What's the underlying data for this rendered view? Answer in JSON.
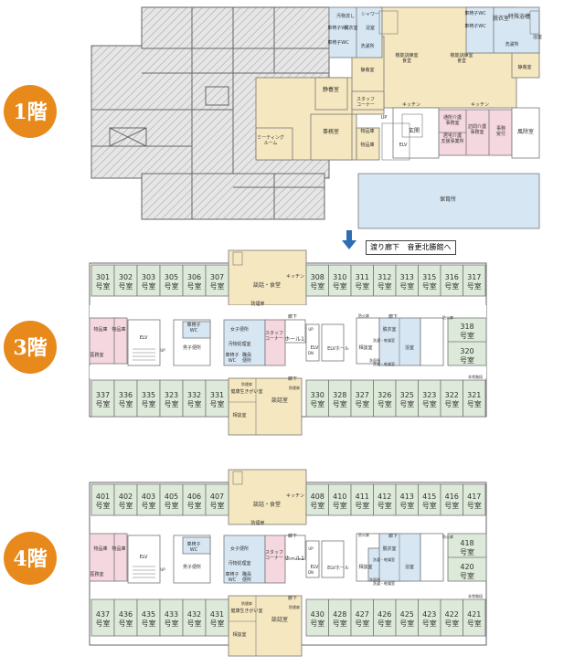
{
  "floors": {
    "f1": {
      "badge": "1階",
      "rooms": {
        "bath_tea": "汚物流し",
        "shower": "シャワー",
        "shower_wc": "車椅子WC",
        "dress": "脱衣室",
        "bath": "浴室",
        "spec_bath": "特殊浴槽",
        "dress_right": "脱衣室",
        "bath_right": "浴室",
        "wc_a": "車椅子WC",
        "wc_b": "車椅子WC",
        "wc_c": "車椅子WC",
        "wc_d": "車椅子WC",
        "lounge_a": "洗濯所",
        "lounge_b": "洗濯所",
        "dining_a": "機能訓練室 食堂",
        "dining_b": "機能訓練室 食堂",
        "quiet_a": "静養室",
        "quiet_b": "静養室",
        "quiet_main": "静養室",
        "staff": "スタッフ コーナー",
        "meeting": "ミーティング ルーム",
        "office": "事務室",
        "kitchen_a": "キッチン",
        "kitchen_b": "キッチン",
        "storage_a": "物品庫",
        "storage_b": "物品庫",
        "up": "UP",
        "elv": "ELV",
        "entrance": "玄関",
        "care_office_a": "通所介護 事務室",
        "care_office_b": "居宅介護 支援事業所",
        "care_office_c": "訪問介護 事務室",
        "reception": "事務 受付",
        "wind_room": "風除室",
        "nursery": "保育所"
      },
      "callout_label": "渡り廊下",
      "callout_dest": "音更北勝館へ"
    },
    "f3": {
      "badge": "3階",
      "top_rooms": [
        {
          "num": "301",
          "suffix": "号室"
        },
        {
          "num": "302",
          "suffix": "号室"
        },
        {
          "num": "303",
          "suffix": "号室"
        },
        {
          "num": "305",
          "suffix": "号室"
        },
        {
          "num": "306",
          "suffix": "号室"
        },
        {
          "num": "307",
          "suffix": "号室"
        }
      ],
      "top_rooms_right": [
        {
          "num": "308",
          "suffix": "号室"
        },
        {
          "num": "310",
          "suffix": "号室"
        },
        {
          "num": "311",
          "suffix": "号室"
        },
        {
          "num": "312",
          "suffix": "号室"
        },
        {
          "num": "313",
          "suffix": "号室"
        },
        {
          "num": "315",
          "suffix": "号室"
        },
        {
          "num": "316",
          "suffix": "号室"
        },
        {
          "num": "317",
          "suffix": "号室"
        }
      ],
      "bottom_rooms": [
        {
          "num": "337",
          "suffix": "号室"
        },
        {
          "num": "336",
          "suffix": "号室"
        },
        {
          "num": "335",
          "suffix": "号室"
        },
        {
          "num": "323",
          "suffix": "号室"
        },
        {
          "num": "332",
          "suffix": "号室"
        },
        {
          "num": "331",
          "suffix": "号室"
        }
      ],
      "bottom_rooms_right": [
        {
          "num": "330",
          "suffix": "号室"
        },
        {
          "num": "328",
          "suffix": "号室"
        },
        {
          "num": "327",
          "suffix": "号室"
        },
        {
          "num": "326",
          "suffix": "号室"
        },
        {
          "num": "325",
          "suffix": "号室"
        },
        {
          "num": "323",
          "suffix": "号室"
        },
        {
          "num": "322",
          "suffix": "号室"
        },
        {
          "num": "321",
          "suffix": "号室"
        }
      ],
      "side_rooms": [
        {
          "num": "318",
          "suffix": "号室"
        },
        {
          "num": "320",
          "suffix": "号室"
        }
      ],
      "dining": "談話・食堂",
      "kitchen": "キッチン",
      "fire_door": "防煙扉",
      "corridor": "廊下",
      "hall": "ホール1",
      "staff": "スタッフ コーナー",
      "storage_a": "物品庫",
      "storage_b": "物品庫",
      "wc_chair": "車椅子 WC",
      "male_wc": "男子便所",
      "female_wc": "女子便所",
      "dirty": "汚物処理室",
      "wc_staff": "車椅子 WC",
      "staff_wc": "職員 便所",
      "dress": "脱衣室",
      "bath": "浴室",
      "wash": "洗面所",
      "nurse_a": "洗濯・乾燥室",
      "nurse_b": "洗濯・乾燥室",
      "health": "健康生きがい室",
      "seminar": "談話室",
      "counsel": "相談室",
      "elv": "ELV",
      "elv_hall": "ELVホール",
      "elv_b": "ELV",
      "up": "UP",
      "dn": "DN",
      "corner": "防火扉",
      "exit": "非常階段",
      "left_label": "医務室",
      "wc_small": "車椅子 WC",
      "corner_b": "防煙扉"
    },
    "f4": {
      "badge": "4階",
      "top_rooms": [
        {
          "num": "401",
          "suffix": "号室"
        },
        {
          "num": "402",
          "suffix": "号室"
        },
        {
          "num": "403",
          "suffix": "号室"
        },
        {
          "num": "405",
          "suffix": "号室"
        },
        {
          "num": "406",
          "suffix": "号室"
        },
        {
          "num": "407",
          "suffix": "号室"
        }
      ],
      "top_rooms_right": [
        {
          "num": "408",
          "suffix": "号室"
        },
        {
          "num": "410",
          "suffix": "号室"
        },
        {
          "num": "411",
          "suffix": "号室"
        },
        {
          "num": "412",
          "suffix": "号室"
        },
        {
          "num": "413",
          "suffix": "号室"
        },
        {
          "num": "415",
          "suffix": "号室"
        },
        {
          "num": "416",
          "suffix": "号室"
        },
        {
          "num": "417",
          "suffix": "号室"
        }
      ],
      "bottom_rooms": [
        {
          "num": "437",
          "suffix": "号室"
        },
        {
          "num": "436",
          "suffix": "号室"
        },
        {
          "num": "435",
          "suffix": "号室"
        },
        {
          "num": "433",
          "suffix": "号室"
        },
        {
          "num": "432",
          "suffix": "号室"
        },
        {
          "num": "431",
          "suffix": "号室"
        }
      ],
      "bottom_rooms_right": [
        {
          "num": "430",
          "suffix": "号室"
        },
        {
          "num": "428",
          "suffix": "号室"
        },
        {
          "num": "427",
          "suffix": "号室"
        },
        {
          "num": "426",
          "suffix": "号室"
        },
        {
          "num": "425",
          "suffix": "号室"
        },
        {
          "num": "423",
          "suffix": "号室"
        },
        {
          "num": "422",
          "suffix": "号室"
        },
        {
          "num": "421",
          "suffix": "号室"
        }
      ],
      "side_rooms": [
        {
          "num": "418",
          "suffix": "号室"
        },
        {
          "num": "420",
          "suffix": "号室"
        }
      ],
      "dining": "談話・食堂",
      "kitchen": "キッチン",
      "fire_door": "防煙扉",
      "corridor": "廊下",
      "hall": "ホール1",
      "staff": "スタッフ コーナー",
      "storage_a": "物品庫",
      "storage_b": "物品庫",
      "wc_chair": "車椅子 WC",
      "male_wc": "男子便所",
      "female_wc": "女子便所",
      "dirty": "汚物処理室",
      "wc_staff": "車椅子 WC",
      "staff_wc": "職員 便所",
      "dress": "脱衣室",
      "bath": "浴室",
      "wash": "洗面所",
      "nurse_a": "洗濯・乾燥室",
      "nurse_b": "洗濯・乾燥室",
      "health": "健康生きがい室",
      "seminar": "談話室",
      "counsel": "相談室",
      "elv": "ELV",
      "elv_hall": "ELVホール",
      "elv_b": "ELV",
      "up": "UP",
      "dn": "DN",
      "corner": "防火扉",
      "exit": "非常階段",
      "left_label": "医務室",
      "corner_b": "防煙扉"
    }
  },
  "colors": {
    "badge": "#e8891c",
    "guest_room": "#dde9d9",
    "common": "#f5e7bf",
    "bath": "#d6e6f3",
    "pink": "#f5d7e0",
    "hatch": "#dcdcdc",
    "arrow": "#2f6db3"
  }
}
